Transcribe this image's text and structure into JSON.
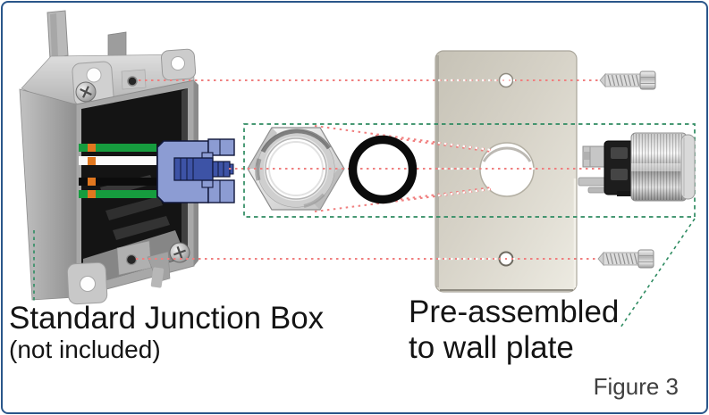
{
  "figure": {
    "caption": "Figure 3"
  },
  "labels": {
    "junction_box": {
      "title": "Standard Junction Box",
      "note": "(not included)"
    },
    "preassembled": {
      "line1": "Pre-assembled",
      "line2": "to wall plate"
    }
  },
  "colors": {
    "frame_border": "#2a568a",
    "alignment_line_pink": "#f07f7f",
    "plate_overlay_white": "#ffffff",
    "assembly_outline_green": "#2e8b61",
    "wire_green": "#169c3e",
    "wire_clip_orange": "#e0771f",
    "connector_light_blue": "#8c9cd3",
    "connector_dark_blue": "#3d53a6",
    "wall_plate_beige": "#d7d3c8",
    "o_ring_black": "#0b0b0b"
  },
  "illustration_parts": [
    "junction-box-illustration",
    "wire-connector-illustration",
    "hex-nut-illustration",
    "o-ring-illustration",
    "wall-plate-illustration",
    "mounting-screw-top-illustration",
    "mounting-screw-bottom-illustration",
    "push-button-switch-illustration"
  ]
}
